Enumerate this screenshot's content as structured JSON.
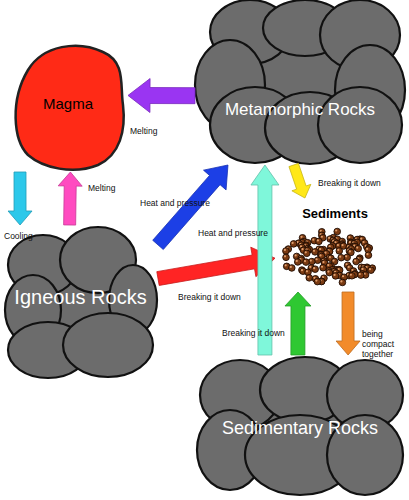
{
  "diagram": {
    "nodes": [
      {
        "text": [
          "Magma"
        ]
      },
      {
        "text": [
          "Metamorphic Rocks"
        ]
      },
      {
        "text": [
          "Sediments"
        ]
      },
      {
        "text": [
          "Igneous Rocks"
        ]
      },
      {
        "text": [
          "Sedimentary Rocks"
        ]
      }
    ],
    "edges": [
      {
        "from": 1,
        "to": 0,
        "arrow": "to",
        "label": "Melting"
      },
      {
        "from": 0,
        "to": 3,
        "arrow": "to",
        "label": "Cooling"
      },
      {
        "from": 3,
        "to": 0,
        "arrow": "to",
        "label": "Melting"
      },
      {
        "from": 3,
        "to": 1,
        "arrow": "to",
        "label": "Heat and pressure"
      },
      {
        "from": 1,
        "to": 2,
        "arrow": "to",
        "label": "Breaking it down"
      },
      {
        "from": 3,
        "to": 2,
        "arrow": "to",
        "label": "Breaking it down"
      },
      {
        "from": 4,
        "to": 1,
        "arrow": "to",
        "label": "Heat and pressure"
      },
      {
        "from": 4,
        "to": 2,
        "arrow": "to",
        "label": "Breaking it down"
      },
      {
        "from": 2,
        "to": 4,
        "arrow": "to",
        "label": "being compact together"
      }
    ]
  }
}
